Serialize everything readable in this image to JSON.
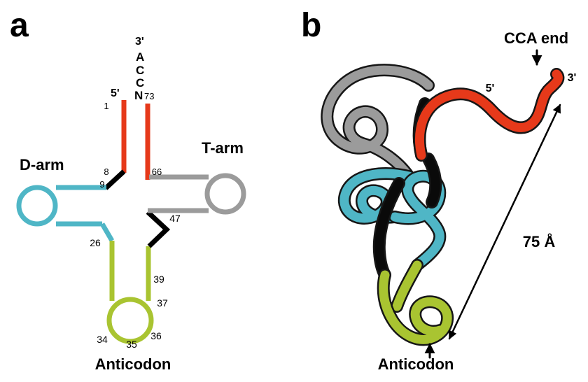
{
  "figure": {
    "panel_a": {
      "label": "a",
      "five_prime": "5'",
      "three_prime": "3'",
      "acceptor_letters": {
        "a": "A",
        "c1": "C",
        "c2": "C",
        "n": "N",
        "n_num": "73"
      },
      "positions": {
        "p1": "1",
        "p8": "8",
        "p9": "9",
        "p66": "66",
        "p26": "26",
        "p47": "47",
        "p39": "39",
        "p37": "37",
        "p34": "34",
        "p35": "35",
        "p36": "36"
      },
      "d_arm_label": "D-arm",
      "t_arm_label": "T-arm",
      "anticodon_label": "Anticodon"
    },
    "panel_b": {
      "label": "b",
      "cca_end_label": "CCA end",
      "five_prime": "5'",
      "three_prime": "3'",
      "distance_label": "75 Å",
      "anticodon_label": "Anticodon"
    }
  },
  "colors": {
    "red": "#e6391a",
    "cyan": "#4fb6c6",
    "gray": "#9b9b9b",
    "olive": "#a9c431",
    "black": "#000000",
    "outline": "#161616"
  }
}
